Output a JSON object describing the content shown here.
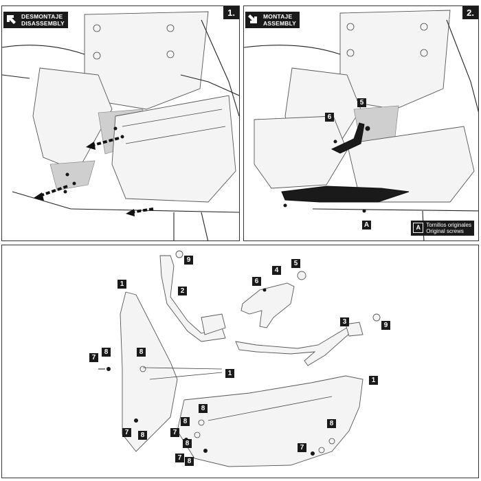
{
  "panel1": {
    "step_number": "1.",
    "action_es": "DESMONTAJE",
    "action_en": "DISASSEMBLY"
  },
  "panel2": {
    "step_number": "2.",
    "action_es": "MONTAJE",
    "action_en": "ASSEMBLY",
    "callouts": [
      "6",
      "5",
      "A"
    ],
    "legend_key": "A",
    "legend_es": "Tornillos originales",
    "legend_en": "Original screws"
  },
  "panel3": {
    "callouts": [
      "9",
      "1",
      "2",
      "6",
      "4",
      "5",
      "3",
      "9",
      "7",
      "8",
      "8",
      "1",
      "1",
      "8",
      "8",
      "7",
      "8",
      "7",
      "7",
      "8",
      "8",
      "8",
      "7"
    ]
  },
  "icons": {
    "disassembly": "arrow-out-icon",
    "assembly": "arrow-in-icon"
  },
  "colors": {
    "label_bg": "#1a1a1a",
    "label_fg": "#ffffff",
    "line": "#222222"
  }
}
